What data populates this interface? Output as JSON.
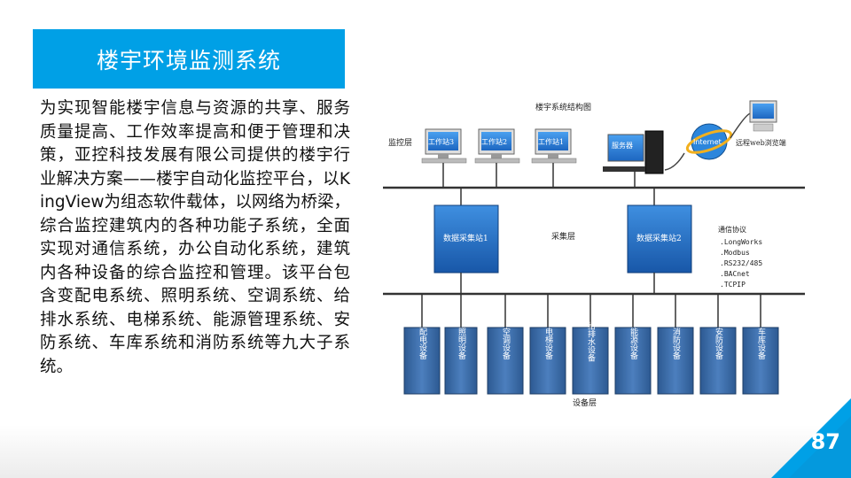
{
  "slide": {
    "title": "楼宇环境监测系统",
    "paragraph": "为实现智能楼宇信息与资源的共享、服务质量提高、工作效率提高和便于管理和决策，亚控科技发展有限公司提供的楼宇行业解决方案——楼宇自动化监控平台，以KingView为组态软件载体，以网络为桥梁，综合监控建筑内的各种功能子系统，全面实现对通信系统，办公自动化系统，建筑内各种设备的综合监控和管理。该平台包含变配电系统、照明系统、空调系统、给排水系统、电梯系统、能源管理系统、安防系统、车库系统和消防系统等九大子系统。",
    "page_number": "87",
    "accent_color": "#00a0e6"
  },
  "diagram": {
    "title": "楼宇系统结构图",
    "layers": {
      "monitor": "监控层",
      "collect": "采集层",
      "device": "设备层"
    },
    "workstations": [
      "工作站3",
      "工作站2",
      "工作站1"
    ],
    "server_label": "服务器",
    "internet_label": "Internet",
    "remote_label": "远程web浏览端",
    "collectors": [
      "数据采集站1",
      "数据采集站2"
    ],
    "protocol_title": "通信协议",
    "protocols": [
      ".LongWorks",
      ".Modbus",
      ".RS232/485",
      ".BACnet",
      ".TCPIP"
    ],
    "devices": [
      "配电设备",
      "照明设备",
      "空调设备",
      "电梯设备",
      "给排水设备",
      "能源设备",
      "消防设备",
      "安防设备",
      "车库设备"
    ],
    "colors": {
      "box_blue": "#1f6fc0",
      "device_blue": "#3a6ca8",
      "line": "#333333"
    }
  }
}
